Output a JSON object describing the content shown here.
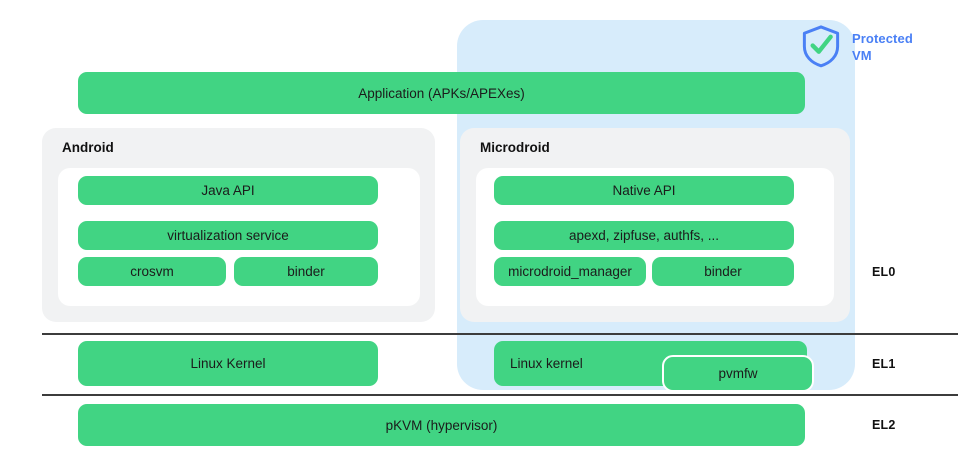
{
  "diagram": {
    "title": "Android Virtualization / pKVM architecture stack",
    "colors": {
      "green_block": "#41d483",
      "protected_vm_panel": "#d7ecfb",
      "group_background": "#f1f2f3",
      "inner_background": "#ffffff",
      "accent_blue": "#4a80f5",
      "shield_check_green": "#41d483",
      "divider": "#3c3c3c",
      "text": "#1b1b1b"
    },
    "protected_vm": {
      "icon_name": "shield-check-icon",
      "label": "Protected\nVM",
      "label_line1": "Protected",
      "label_line2": "VM"
    },
    "application_bar": {
      "label": "Application (APKs/APEXes)"
    },
    "groups": [
      {
        "id": "android",
        "title": "Android",
        "rows": [
          {
            "type": "full",
            "blocks": [
              {
                "label": "Java API"
              }
            ]
          },
          {
            "type": "full",
            "blocks": [
              {
                "label": "virtualization service"
              }
            ]
          },
          {
            "type": "split",
            "blocks": [
              {
                "label": "crosvm"
              },
              {
                "label": "binder"
              }
            ]
          }
        ]
      },
      {
        "id": "microdroid",
        "title": "Microdroid",
        "rows": [
          {
            "type": "full",
            "blocks": [
              {
                "label": "Native API"
              }
            ]
          },
          {
            "type": "full",
            "blocks": [
              {
                "label": "apexd, zipfuse, authfs, ..."
              }
            ]
          },
          {
            "type": "split",
            "blocks": [
              {
                "label": "microdroid_manager"
              },
              {
                "label": "binder"
              }
            ]
          }
        ]
      }
    ],
    "kernel_row": {
      "android_kernel": {
        "label": "Linux Kernel"
      },
      "microdroid_kernel": {
        "label": "Linux kernel"
      },
      "pvmfw": {
        "label": "pvmfw"
      }
    },
    "hypervisor_row": {
      "label": "pKVM (hypervisor)"
    },
    "exception_levels": [
      {
        "label": "EL0"
      },
      {
        "label": "EL1"
      },
      {
        "label": "EL2"
      }
    ]
  }
}
